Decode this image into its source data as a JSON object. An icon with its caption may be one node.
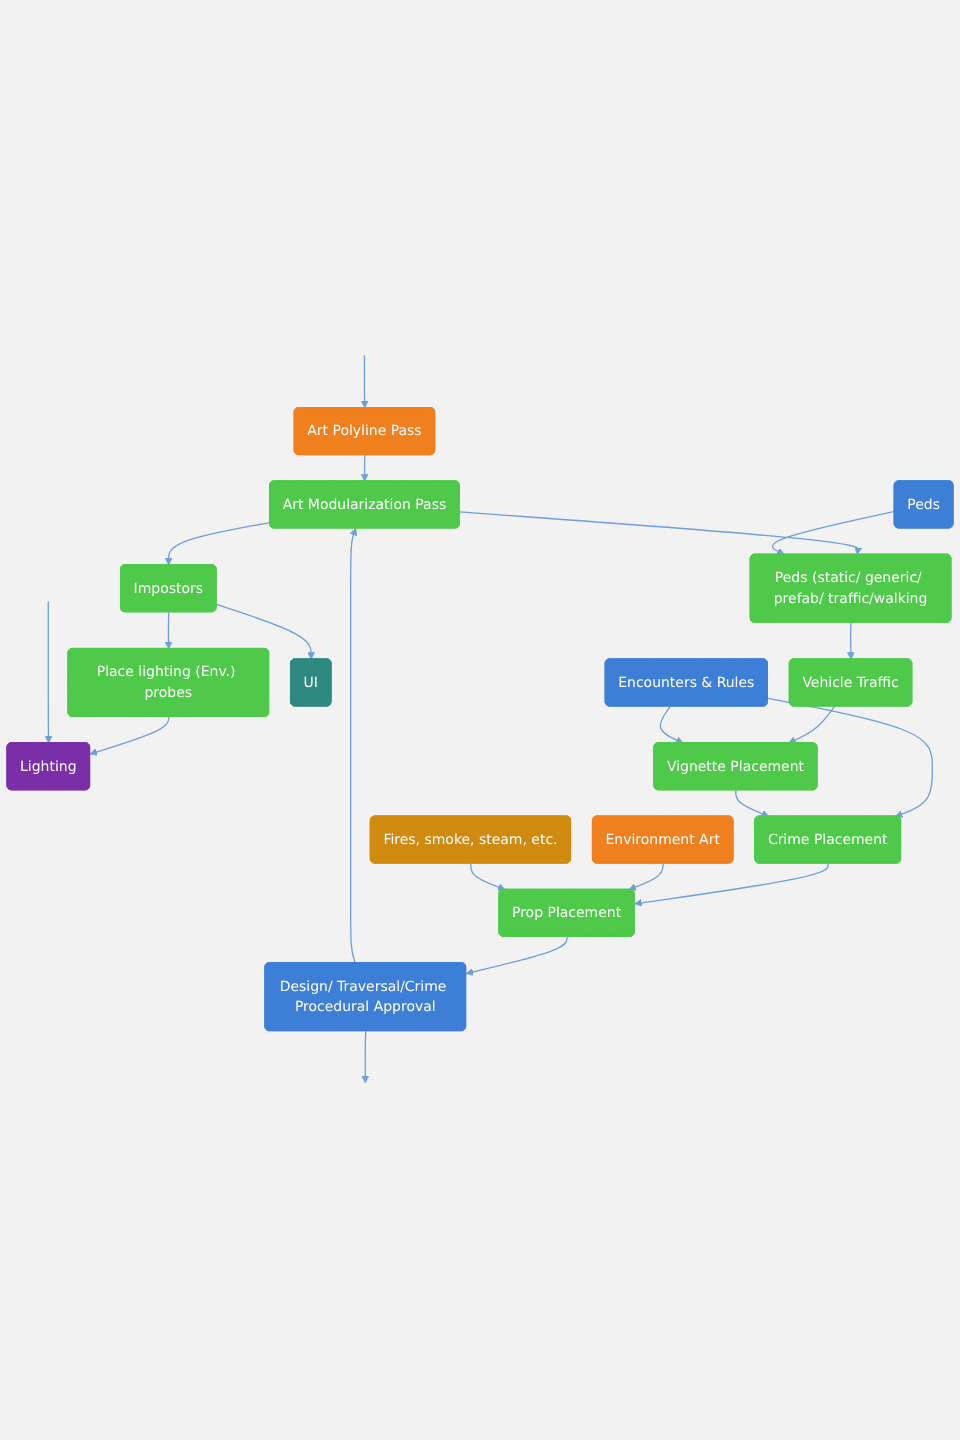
{
  "diagram": {
    "nodes": [
      {
        "text": [
          "Art Polyline Pass"
        ]
      },
      {
        "text": [
          "Art Modularization Pass"
        ]
      },
      {
        "text": [
          "Impostors"
        ]
      },
      {
        "text": [
          "Peds"
        ]
      },
      {
        "text": [
          "Peds (static/ generic/ prefab/ traffic/walking"
        ]
      },
      {
        "text": [
          "Place lighting (Env.) probes"
        ]
      },
      {
        "text": [
          "Vehicle Traffic"
        ]
      },
      {
        "text": [
          "Lighting"
        ]
      },
      {
        "text": [
          "UI"
        ]
      },
      {
        "text": [
          "Encounters & Rules"
        ]
      },
      {
        "text": [
          "Vignette Placement"
        ]
      },
      {
        "text": [
          "Crime Placement"
        ]
      },
      {
        "text": [
          "Environment Art"
        ]
      },
      {
        "text": [
          "Prop Placement"
        ]
      },
      {
        "text": [
          "Fires, smoke, steam, etc."
        ]
      },
      {
        "text": [
          "Design/ Traversal/Crime Procedural Approval"
        ]
      }
    ],
    "edges": [
      {
        "from": null,
        "to": 0,
        "arrow": "to"
      },
      {
        "from": 0,
        "to": 1,
        "arrow": "to"
      },
      {
        "from": 1,
        "to": 2,
        "arrow": "to"
      },
      {
        "from": 1,
        "to": 4,
        "arrow": "to"
      },
      {
        "from": 3,
        "to": 4,
        "arrow": "to"
      },
      {
        "from": 2,
        "to": 5,
        "arrow": "to"
      },
      {
        "from": 2,
        "to": 8,
        "arrow": "to"
      },
      {
        "from": 5,
        "to": 7,
        "arrow": "to"
      },
      {
        "from": null,
        "to": 7,
        "arrow": "to"
      },
      {
        "from": 4,
        "to": 6,
        "arrow": "to"
      },
      {
        "from": 6,
        "to": 10,
        "arrow": "to"
      },
      {
        "from": 9,
        "to": 10,
        "arrow": "to"
      },
      {
        "from": 9,
        "to": 11,
        "arrow": "to"
      },
      {
        "from": 10,
        "to": 11,
        "arrow": "to"
      },
      {
        "from": 11,
        "to": 13,
        "arrow": "to"
      },
      {
        "from": 12,
        "to": 13,
        "arrow": "to"
      },
      {
        "from": 14,
        "to": 13,
        "arrow": "to"
      },
      {
        "from": 13,
        "to": 15,
        "arrow": "to"
      },
      {
        "from": 15,
        "to": 1,
        "arrow": "to"
      },
      {
        "from": 15,
        "to": null,
        "arrow": "to"
      }
    ]
  }
}
